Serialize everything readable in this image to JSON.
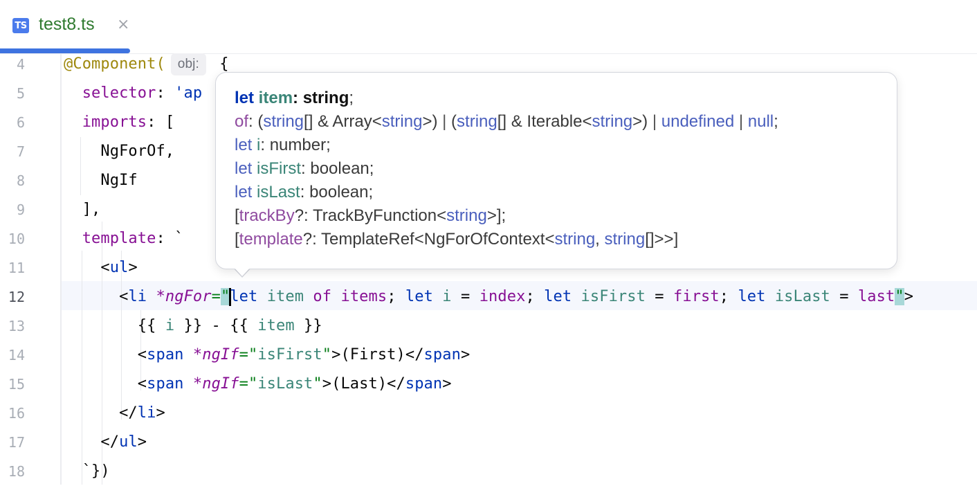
{
  "tab": {
    "icon_label": "TS",
    "title": "test8.ts",
    "close_glyph": "×"
  },
  "colors": {
    "tab_accent": "#3e73e0",
    "ts_icon": "#4b7bec",
    "tab_title": "#2f7a2f",
    "keyword": "#0033b3",
    "property": "#871094",
    "variable": "#3a8577",
    "annotation": "#9e880d",
    "current_line": "#f5f7fd"
  },
  "gutter": {
    "line_numbers": [
      "4",
      "5",
      "6",
      "7",
      "8",
      "9",
      "10",
      "11",
      "12",
      "13",
      "14",
      "15",
      "16",
      "17",
      "18"
    ],
    "current_line": "12"
  },
  "code": {
    "l4": {
      "annotation": "@Component(",
      "hint": "obj:",
      "rest": " {"
    },
    "l5": {
      "indent": "  ",
      "prop": "selector",
      "colon": ": ",
      "str": "'ap"
    },
    "l6": {
      "indent": "  ",
      "prop": "imports",
      "rest": ": ["
    },
    "l7": {
      "indent": "    ",
      "text": "NgForOf,"
    },
    "l8": {
      "indent": "    ",
      "text": "NgIf"
    },
    "l9": {
      "indent": "  ",
      "text": "],"
    },
    "l10": {
      "indent": "  ",
      "prop": "template",
      "rest": ": `"
    },
    "l11": {
      "indent": "    ",
      "open": "<",
      "tag": "ul",
      "close": ">"
    },
    "l12": {
      "indent": "      ",
      "open": "<",
      "tag": "li",
      "attr": "*ngFor",
      "eq": "=",
      "quote_open": "\"",
      "kw1": "let",
      "var1": " item ",
      "of": "of",
      "items": " items",
      "semi1": "; ",
      "kw2": "let",
      "var2": " i ",
      "eq2": "= ",
      "index": "index",
      "semi2": "; ",
      "kw3": "let",
      "var3": " isFirst ",
      "eq3": "= ",
      "first": "first",
      "semi3": "; ",
      "kw4": "let",
      "var4": " isLast ",
      "eq4": "= ",
      "last": "last",
      "quote_close": "\"",
      "close": ">"
    },
    "l13": {
      "indent": "        ",
      "b1": "{{ ",
      "v1": "i",
      "b2": " }} - {{ ",
      "v2": "item",
      "b3": " }}"
    },
    "l14": {
      "indent": "        ",
      "open": "<",
      "tag": "span",
      "sp": " ",
      "attr": "*ngIf",
      "eq": "=\"",
      "val": "isFirst",
      "q": "\"",
      "text": ">(First)</",
      "tag2": "span",
      "close": ">"
    },
    "l15": {
      "indent": "        ",
      "open": "<",
      "tag": "span",
      "sp": " ",
      "attr": "*ngIf",
      "eq": "=\"",
      "val": "isLast",
      "q": "\"",
      "text": ">(Last)</",
      "tag2": "span",
      "close": ">"
    },
    "l16": {
      "indent": "      ",
      "open": "</",
      "tag": "li",
      "close": ">"
    },
    "l17": {
      "indent": "    ",
      "open": "</",
      "tag": "ul",
      "close": ">"
    },
    "l18": {
      "indent": "  ",
      "text": "`})"
    }
  },
  "popup": {
    "line1": {
      "kw": "let",
      "var": " item",
      "colon": ": ",
      "type": "string",
      "semi": ";"
    },
    "line2": {
      "prop": "of",
      "p1": ": (",
      "t1": "string",
      "p2": "[] & Array<",
      "t2": "string",
      "p3": ">) ",
      "sep1": "|",
      "p4": " (",
      "t3": "string",
      "p5": "[] & Iterable<",
      "t4": "string",
      "p6": ">) ",
      "sep2": "|",
      "t5": " undefined ",
      "sep3": "|",
      "t6": " null",
      "semi": ";"
    },
    "line3": {
      "kw": "let",
      "var": " i",
      "rest": ": number;"
    },
    "line4": {
      "kw": "let",
      "var": " isFirst",
      "rest": ": boolean;"
    },
    "line5": {
      "kw": "let",
      "var": " isLast",
      "rest": ": boolean;"
    },
    "line6": {
      "open": "[",
      "prop": "trackBy",
      "p1": "?: TrackByFunction<",
      "t1": "string",
      "p2": ">];"
    },
    "line7": {
      "open": "[",
      "prop": "template",
      "p1": "?: TemplateRef<NgForOfContext<",
      "t1": "string",
      "p2": ", ",
      "t2": "string",
      "p3": "[]>>]"
    }
  }
}
